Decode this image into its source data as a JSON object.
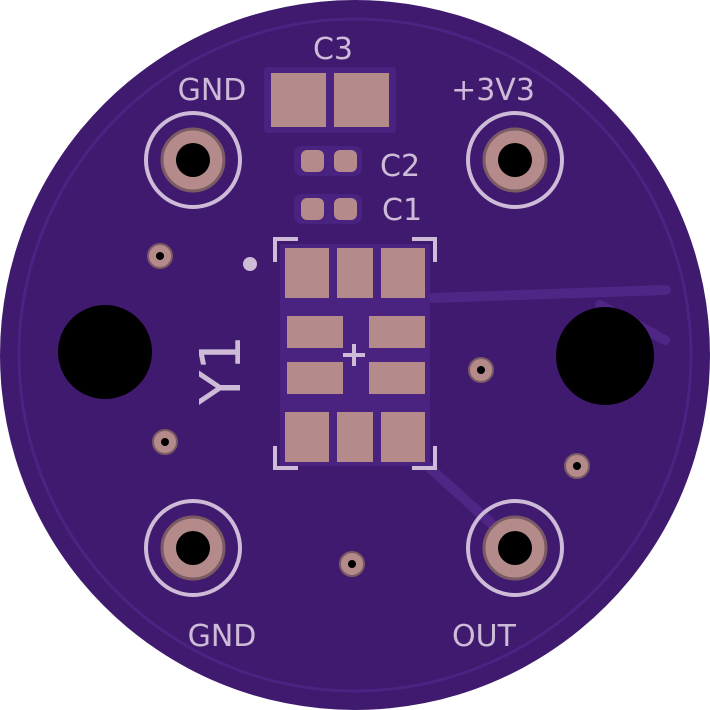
{
  "board": {
    "colors": {
      "soldermask": "#3f1a6e",
      "copper_under_mask": "#55298a",
      "copper_pad": "#b58a8a",
      "pad_ring": "#7a5a63",
      "silkscreen": "#cdbbd8",
      "drill": "#000000",
      "background": "#ffffff"
    },
    "labels": {
      "gnd_top": "GND",
      "vcc": "+3V3",
      "gnd_bottom": "GND",
      "out": "OUT",
      "c1": "C1",
      "c2": "C2",
      "c3": "C3",
      "y1": "Y1"
    }
  }
}
